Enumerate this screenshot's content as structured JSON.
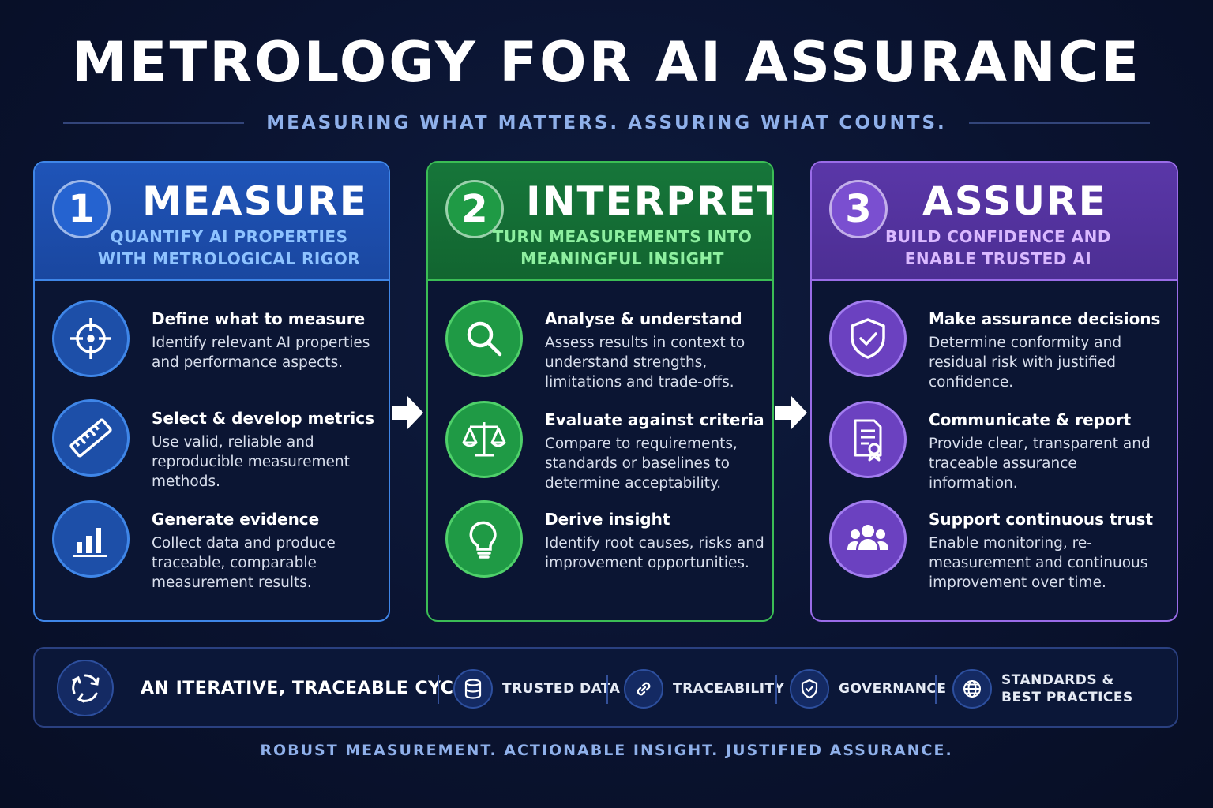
{
  "title": "METROLOGY FOR AI ASSURANCE",
  "subtitle": "MEASURING WHAT MATTERS. ASSURING WHAT COUNTS.",
  "panels": [
    {
      "number": "1",
      "title": "MEASURE",
      "tagline": [
        "QUANTIFY AI PROPERTIES",
        "WITH METROLOGICAL RIGOR"
      ],
      "color": "#3f86e8",
      "items": [
        {
          "icon": "crosshair-icon",
          "title": "Define what to measure",
          "desc": "Identify relevant AI properties and performance aspects."
        },
        {
          "icon": "ruler-icon",
          "title": "Select & develop metrics",
          "desc": "Use valid, reliable and reproducible measurement methods."
        },
        {
          "icon": "bar-chart-icon",
          "title": "Generate evidence",
          "desc": "Collect data and produce traceable, comparable measurement results."
        }
      ]
    },
    {
      "number": "2",
      "title": "INTERPRET",
      "tagline": [
        "TURN MEASUREMENTS INTO",
        "MEANINGFUL INSIGHT"
      ],
      "color": "#3bbd55",
      "items": [
        {
          "icon": "magnifier-icon",
          "title": "Analyse & understand",
          "desc": "Assess results in context to understand strengths, limitations and trade-offs."
        },
        {
          "icon": "scales-icon",
          "title": "Evaluate against criteria",
          "desc": "Compare to requirements, standards or baselines to determine acceptability."
        },
        {
          "icon": "lightbulb-icon",
          "title": "Derive insight",
          "desc": "Identify root causes, risks and improvement opportunities."
        }
      ]
    },
    {
      "number": "3",
      "title": "ASSURE",
      "tagline": [
        "BUILD CONFIDENCE AND",
        "ENABLE TRUSTED AI"
      ],
      "color": "#9a6ce8",
      "items": [
        {
          "icon": "shield-check-icon",
          "title": "Make assurance decisions",
          "desc": "Determine conformity and residual risk with justified confidence."
        },
        {
          "icon": "certificate-icon",
          "title": "Communicate & report",
          "desc": "Provide clear, transparent and traceable assurance information."
        },
        {
          "icon": "people-icon",
          "title": "Support continuous trust",
          "desc": "Enable monitoring, re-measurement and continuous improvement over time."
        }
      ]
    }
  ],
  "bottom_bar": {
    "cycle_label": "AN ITERATIVE, TRACEABLE CYCLE",
    "chips": [
      {
        "icon": "database-icon",
        "label": "TRUSTED DATA"
      },
      {
        "icon": "link-icon",
        "label": "TRACEABILITY"
      },
      {
        "icon": "shield-icon",
        "label": "GOVERNANCE"
      },
      {
        "icon": "globe-icon",
        "label_lines": [
          "STANDARDS &",
          "BEST PRACTICES"
        ]
      }
    ]
  },
  "footer": "ROBUST MEASUREMENT. ACTIONABLE INSIGHT. JUSTIFIED ASSURANCE."
}
